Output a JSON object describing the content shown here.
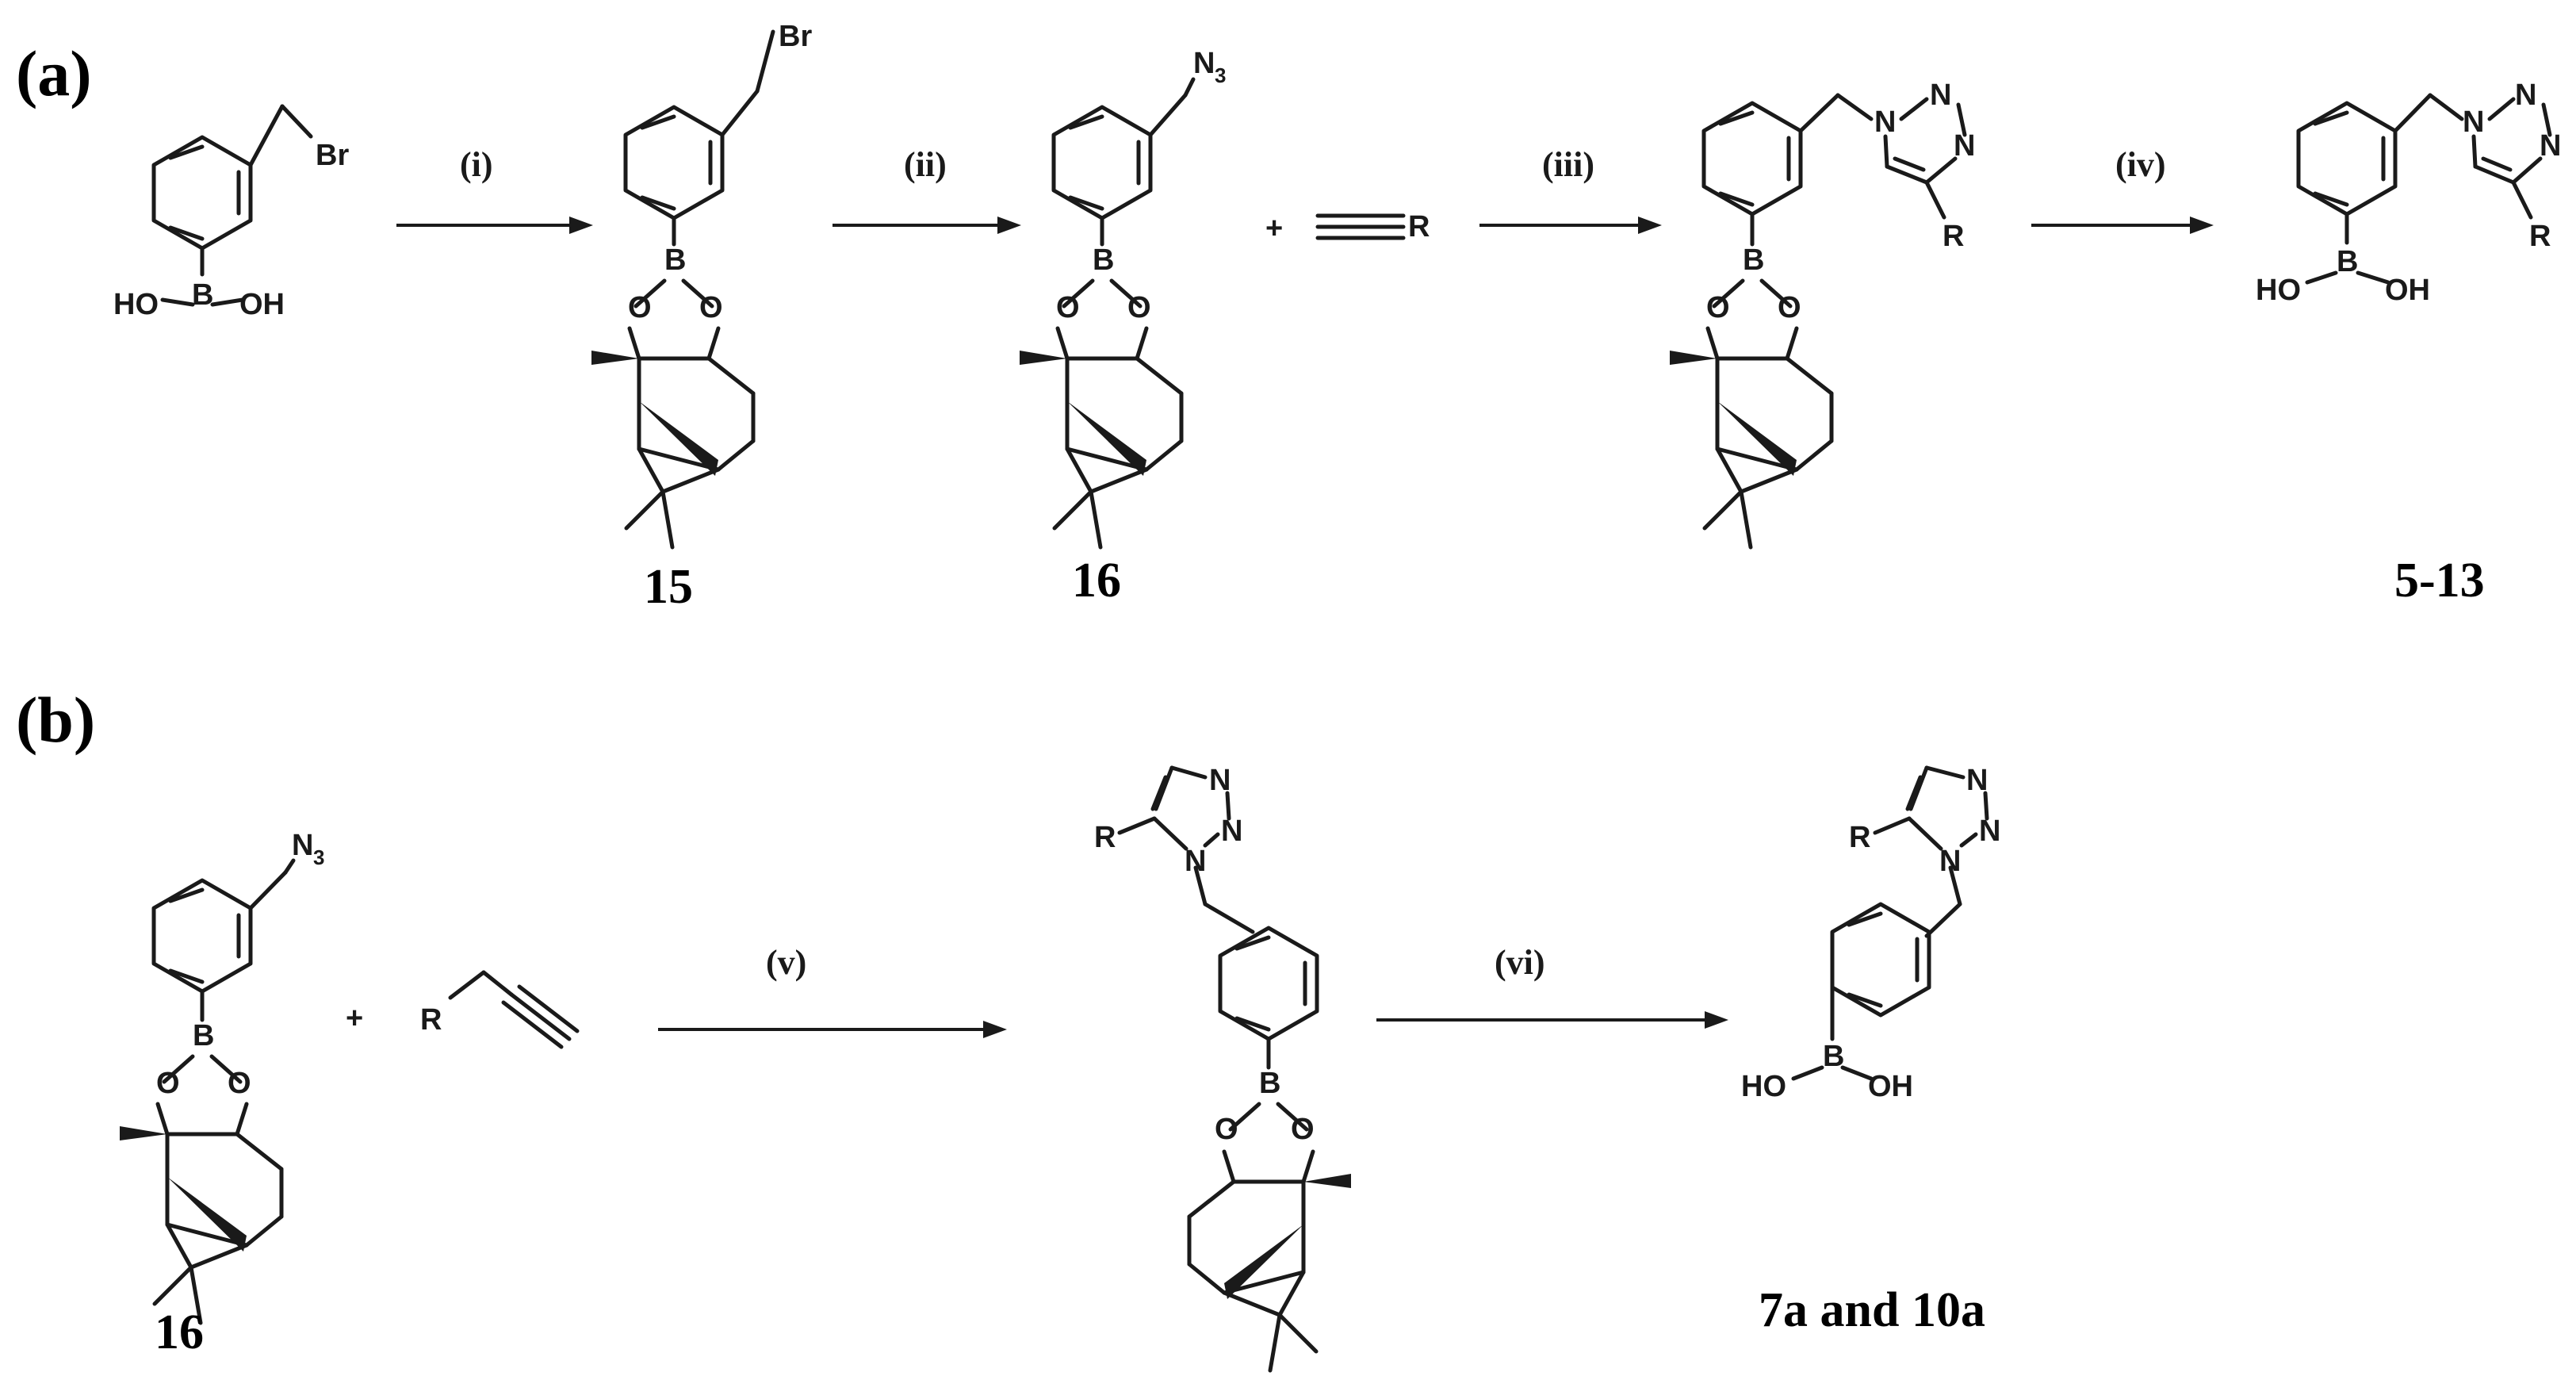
{
  "panels": {
    "a": "(a)",
    "b": "(b)"
  },
  "atoms": {
    "br": "Br",
    "b": "B",
    "o": "O",
    "n": "N",
    "n3_base": "N",
    "n3_sub": "3",
    "ho": "HO",
    "oh": "OH",
    "r": "R",
    "plus": "+"
  },
  "conditions": {
    "i": "(i)",
    "ii": "(ii)",
    "iii": "(iii)",
    "iv": "(iv)",
    "v": "(v)",
    "vi": "(vi)"
  },
  "compounds": {
    "c15": "15",
    "c16": "16",
    "c5_13": "5-13",
    "c16b": "16",
    "c7a_10a": "7a and 10a"
  }
}
